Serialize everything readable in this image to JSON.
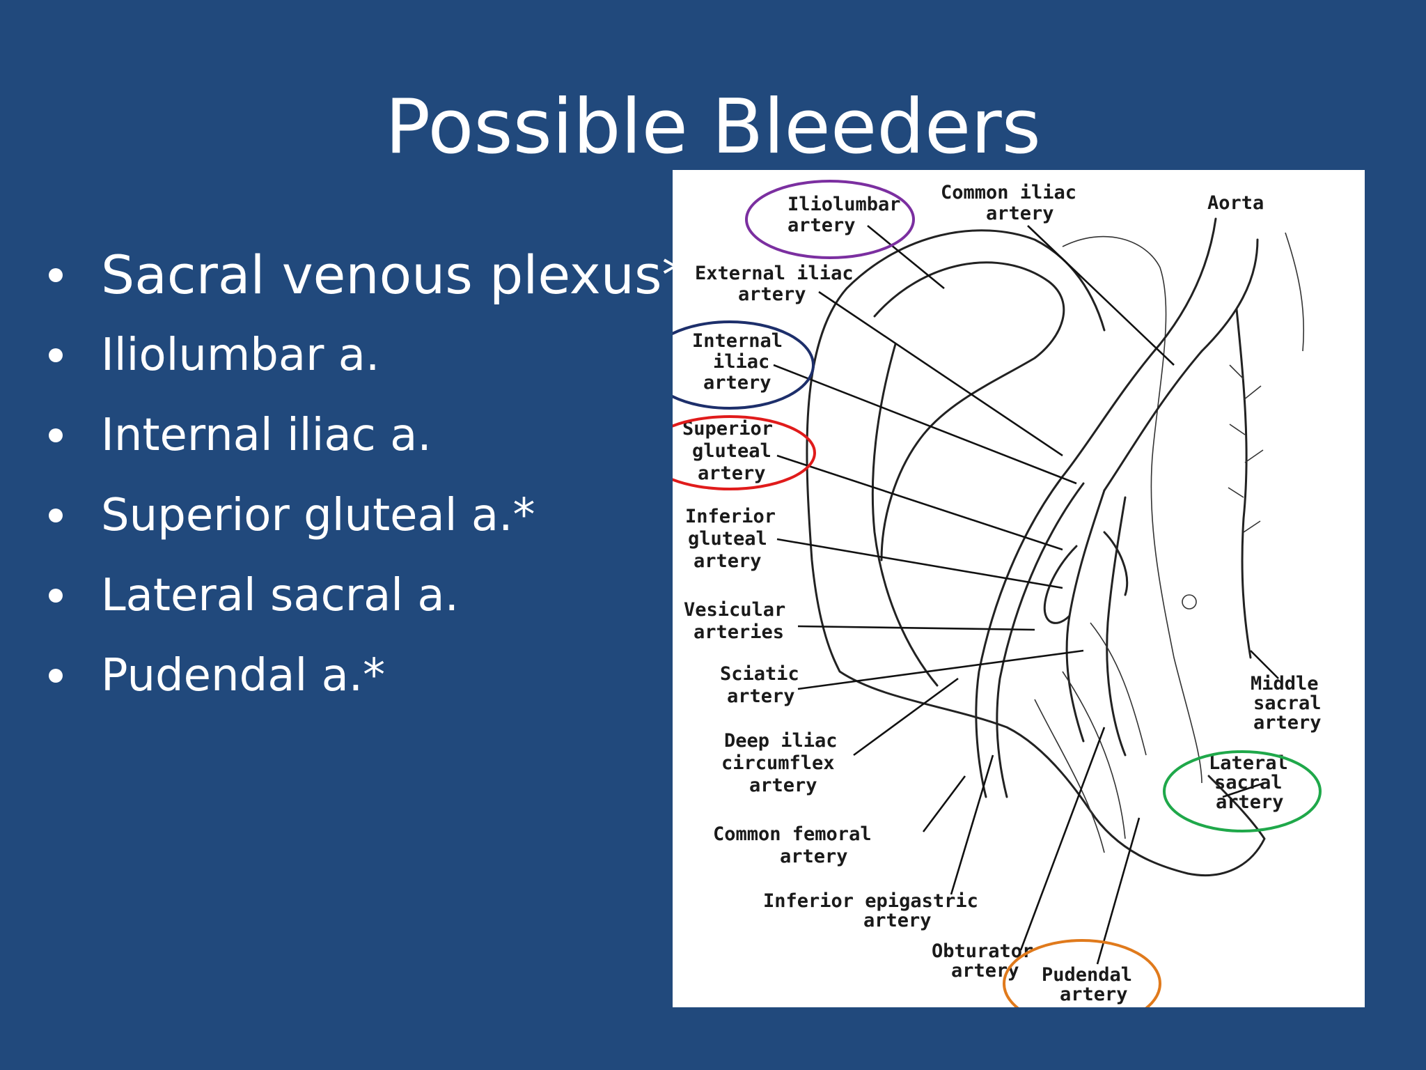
{
  "slide": {
    "title": "Possible Bleeders",
    "bullets": [
      "Sacral venous plexus*",
      "Iliolumbar a.",
      "Internal iliac a.",
      "Superior gluteal a.*",
      "Lateral sacral a.",
      "Pudendal a.*"
    ]
  },
  "figure": {
    "labels": {
      "iliolumbar_1": "Iliolumbar",
      "iliolumbar_2": "artery",
      "common_iliac_1": "Common iliac",
      "common_iliac_2": "artery",
      "aorta": "Aorta",
      "external_iliac_1": "External iliac",
      "external_iliac_2": "artery",
      "internal_iliac_1": "Internal",
      "internal_iliac_2": "iliac",
      "internal_iliac_3": "artery",
      "superior_gluteal_1": "Superior",
      "superior_gluteal_2": "gluteal",
      "superior_gluteal_3": "artery",
      "inferior_gluteal_1": "Inferior",
      "inferior_gluteal_2": "gluteal",
      "inferior_gluteal_3": "artery",
      "vesicular_1": "Vesicular",
      "vesicular_2": "arteries",
      "sciatic_1": "Sciatic",
      "sciatic_2": "artery",
      "deep_iliac_1": "Deep iliac",
      "deep_iliac_2": "circumflex",
      "deep_iliac_3": "artery",
      "common_femoral_1": "Common femoral",
      "common_femoral_2": "artery",
      "inferior_epigastric_1": "Inferior epigastric",
      "inferior_epigastric_2": "artery",
      "obturator_1": "Obturator",
      "obturator_2": "artery",
      "pudendal_1": "Pudendal",
      "pudendal_2": "artery",
      "middle_sacral_1": "Middle",
      "middle_sacral_2": "sacral",
      "middle_sacral_3": "artery",
      "lateral_sacral_1": "Lateral",
      "lateral_sacral_2": "sacral",
      "lateral_sacral_3": "artery"
    },
    "highlight_colors": {
      "iliolumbar": "#7b2fa0",
      "internal_iliac": "#1d2f6b",
      "superior_gluteal": "#e01b1b",
      "lateral_sacral": "#1fa84a",
      "pudendal": "#e07a1c"
    }
  }
}
